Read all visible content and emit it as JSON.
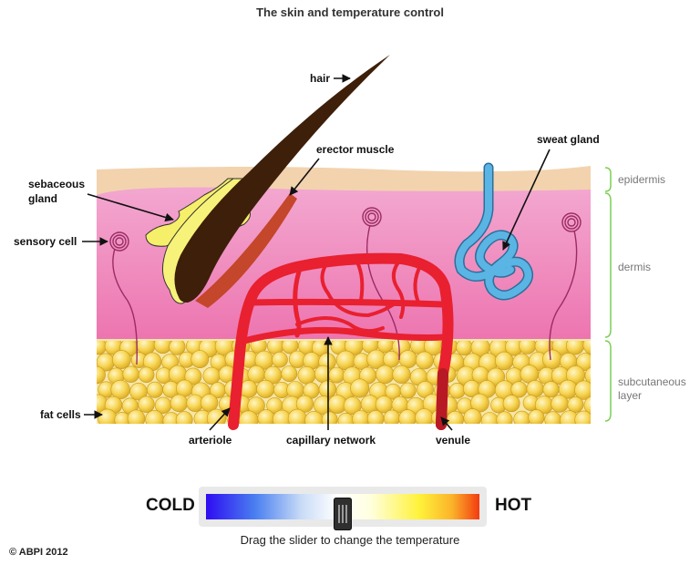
{
  "title": "The skin and temperature control",
  "labels": {
    "hair": "hair",
    "erector_muscle": "erector muscle",
    "sebaceous_line1": "sebaceous",
    "sebaceous_line2": "gland",
    "sensory_cell": "sensory cell",
    "sweat_gland": "sweat gland",
    "fat_cells": "fat cells",
    "arteriole": "arteriole",
    "capillary_network": "capillary network",
    "venule": "venule"
  },
  "layers": {
    "epidermis": "epidermis",
    "dermis": "dermis",
    "subcutaneous_line1": "subcutaneous",
    "subcutaneous_line2": "layer"
  },
  "slider": {
    "cold_label": "COLD",
    "hot_label": "HOT",
    "hint": "Drag the slider to change the temperature",
    "value_fraction": 0.5
  },
  "copyright": "© ABPI 2012",
  "colors": {
    "epidermis": "#f2d3ae",
    "dermis_top": "#f2a7cf",
    "dermis_bottom": "#ee78b2",
    "fat": "#f5cf45",
    "blood_vessel": "#e8202f",
    "hair": "#3d1f0a",
    "sebaceous": "#f5f06a",
    "erector_muscle": "#c0452a",
    "sweat_gland": "#5ab4e4",
    "layer_bracket": "#7ccf55"
  }
}
